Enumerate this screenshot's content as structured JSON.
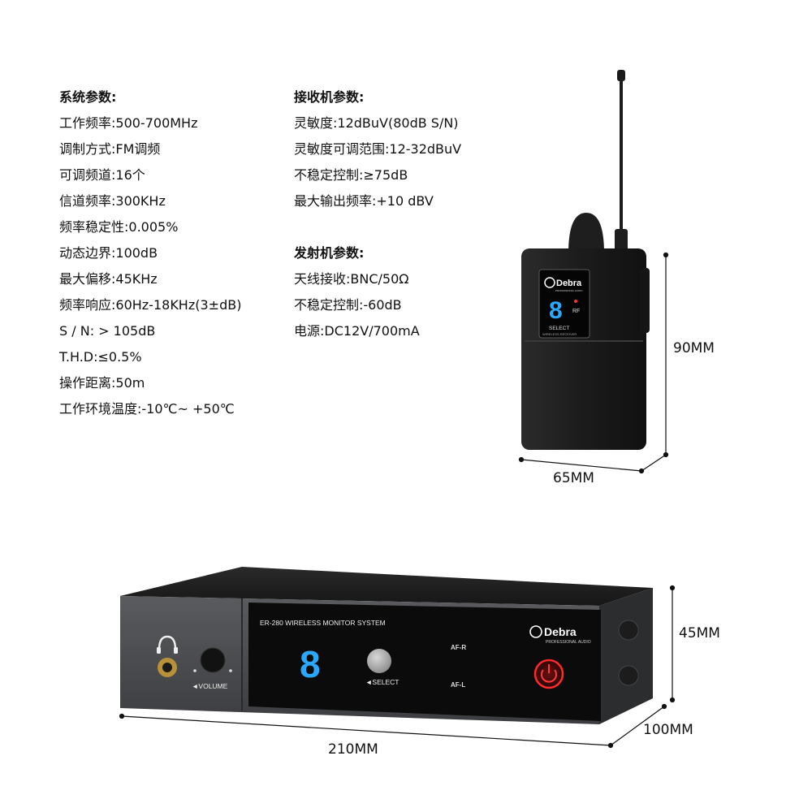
{
  "system_params": {
    "title": "系统参数:",
    "items": [
      "工作频率:500-700MHz",
      "调制方式:FM调频",
      "可调频道:16个",
      "信道频率:300KHz",
      "频率稳定性:0.005%",
      "动态边界:100dB",
      "最大偏移:45KHz",
      "频率响应:60Hz-18KHz(3±dB)",
      "S / N: > 105dB",
      "T.H.D:≤0.5%",
      "操作距离:50m",
      "工作环境温度:-10℃~ +50℃"
    ]
  },
  "receiver_params": {
    "title": "接收机参数:",
    "items": [
      "灵敏度:12dBuV(80dB S/N)",
      "灵敏度可调范围:12-32dBuV",
      "不稳定控制:≥75dB",
      "最大输出频率:+10 dBV"
    ]
  },
  "transmitter_params": {
    "title": "发射机参数:",
    "items": [
      "天线接收:BNC/50Ω",
      "不稳定控制:-60dB",
      "电源:DC12V/700mA"
    ]
  },
  "bodypack": {
    "brand": "Debra",
    "brand_sub": "PROFESSIONAL AUDIO",
    "display_digit": "8",
    "rf_label": "RF",
    "select_label": "SELECT",
    "model_label": "WIRELESS RECEIVER",
    "height_label": "90MM",
    "width_label": "65MM"
  },
  "rack_unit": {
    "model_title": "ER-280 WIRELESS MONITOR SYSTEM",
    "brand": "Debra",
    "brand_sub": "PROFESSIONAL AUDIO",
    "display_digit": "8",
    "select_label": "◄SELECT",
    "volume_label": "◄VOLUME",
    "af_r_label": "AF-R",
    "af_l_label": "AF-L",
    "height_label": "45MM",
    "depth_label": "100MM",
    "width_label": "210MM"
  },
  "colors": {
    "text": "#111111",
    "device_black": "#1a1a1a",
    "panel_grey": "#4a4b4d",
    "display_blue": "#2aa8ff",
    "power_red": "#ff2a2a"
  }
}
